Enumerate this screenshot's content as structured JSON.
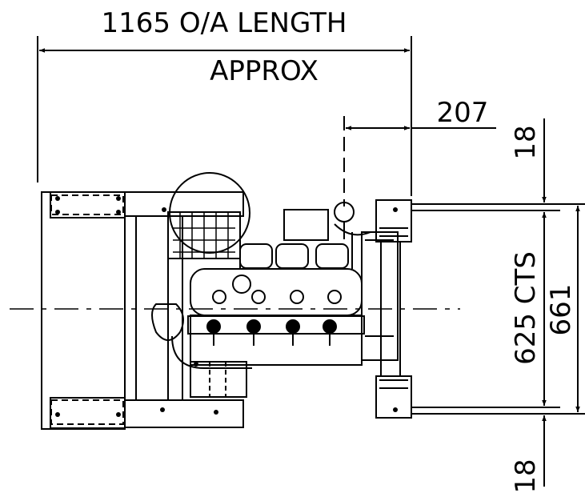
{
  "dimensions": {
    "overall_length": "1165 O/A LENGTH",
    "approx": "APPROX",
    "offset": "207",
    "top_clearance": "18",
    "bottom_clearance": "18",
    "mount_centres": "625 CTS",
    "overall_width": "661"
  },
  "colors": {
    "ink": "#000000",
    "paper": "#ffffff"
  }
}
